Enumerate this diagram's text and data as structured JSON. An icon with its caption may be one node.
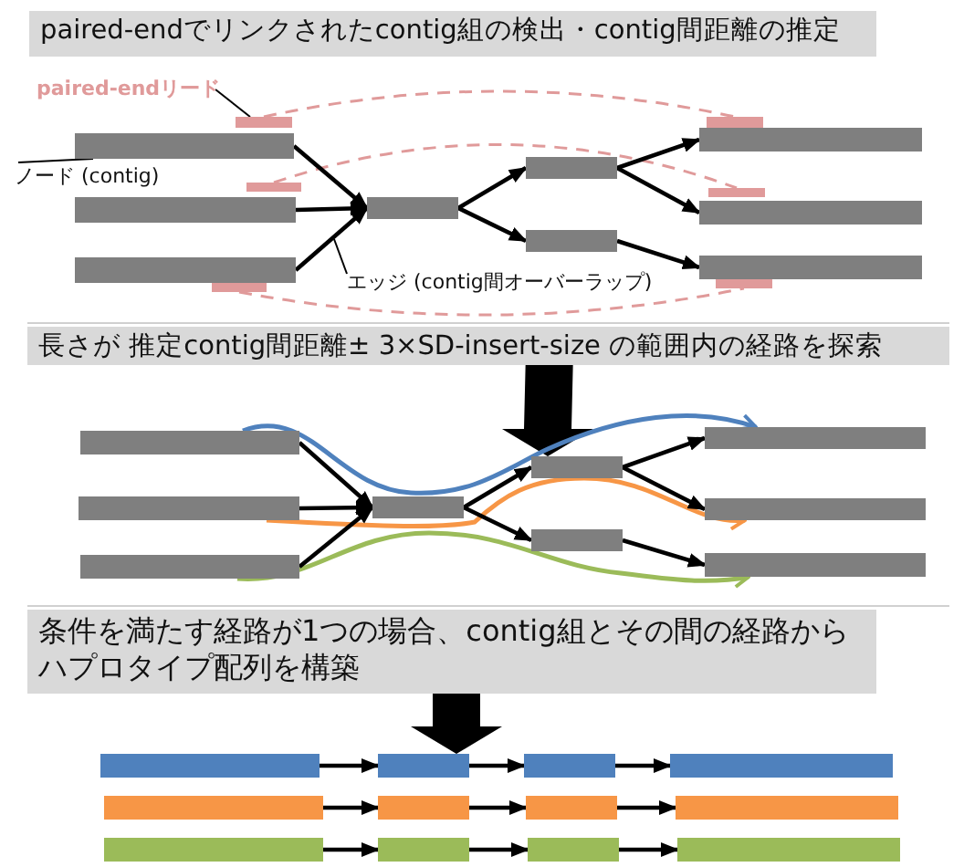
{
  "diagram": {
    "nodes": [
      {
        "text": [
          "paired-endでリンクされたcontig組の検出・contig間距離の推定"
        ]
      },
      {
        "text": [
          "paired-endリード"
        ]
      },
      {
        "text": [
          "ノード (contig)"
        ]
      },
      {
        "text": [
          "エッジ (contig間オーバーラップ)"
        ]
      },
      {
        "text": [],
        "shape": "bar"
      },
      {
        "text": [],
        "shape": "bar"
      },
      {
        "text": [],
        "shape": "bar"
      },
      {
        "text": [],
        "shape": "bar"
      },
      {
        "text": [],
        "shape": "bar"
      },
      {
        "text": [],
        "shape": "bar"
      },
      {
        "text": [],
        "shape": "bar"
      },
      {
        "text": [],
        "shape": "bar"
      },
      {
        "text": [],
        "shape": "bar"
      },
      {
        "text": [],
        "shape": "bar"
      },
      {
        "text": [],
        "shape": "bar"
      },
      {
        "text": [],
        "shape": "bar"
      },
      {
        "text": [],
        "shape": "bar"
      },
      {
        "text": [],
        "shape": "bar"
      },
      {
        "text": [],
        "shape": "bar"
      },
      {
        "text": [
          "長さが 推定contig間距離± 3×SD-insert-size の範囲内の経路を探索"
        ]
      },
      {
        "text": [],
        "shape": "bar"
      },
      {
        "text": [],
        "shape": "bar"
      },
      {
        "text": [],
        "shape": "bar"
      },
      {
        "text": [],
        "shape": "bar"
      },
      {
        "text": [],
        "shape": "bar"
      },
      {
        "text": [],
        "shape": "bar"
      },
      {
        "text": [],
        "shape": "bar"
      },
      {
        "text": [],
        "shape": "bar"
      },
      {
        "text": [],
        "shape": "bar"
      },
      {
        "text": [
          "条件を満たす経路が1つの場合、contig組とその間の経路からハプロタイプ配列を構築"
        ]
      },
      {
        "text": [],
        "shape": "bar"
      },
      {
        "text": [],
        "shape": "bar"
      },
      {
        "text": [],
        "shape": "bar"
      },
      {
        "text": [],
        "shape": "bar"
      },
      {
        "text": [],
        "shape": "bar"
      },
      {
        "text": [],
        "shape": "bar"
      },
      {
        "text": [],
        "shape": "bar"
      },
      {
        "text": [],
        "shape": "bar"
      },
      {
        "text": [],
        "shape": "bar"
      },
      {
        "text": [],
        "shape": "bar"
      },
      {
        "text": [],
        "shape": "bar"
      },
      {
        "text": [],
        "shape": "bar"
      }
    ],
    "edges": [
      {
        "from": 1,
        "to": 13,
        "arrow": "none"
      },
      {
        "from": 2,
        "to": 4,
        "arrow": "none"
      },
      {
        "from": 3,
        "to": null,
        "arrow": "none"
      },
      {
        "from": 13,
        "to": 16,
        "arrow": "none",
        "style": "dashed",
        "color": "#e09a9a"
      },
      {
        "from": 14,
        "to": 17,
        "arrow": "none",
        "style": "dashed",
        "color": "#e09a9a"
      },
      {
        "from": 15,
        "to": 18,
        "arrow": "none",
        "style": "dashed",
        "color": "#e09a9a"
      },
      {
        "from": 4,
        "to": 7,
        "arrow": "to"
      },
      {
        "from": 5,
        "to": 7,
        "arrow": "to"
      },
      {
        "from": 6,
        "to": 7,
        "arrow": "to"
      },
      {
        "from": 7,
        "to": 8,
        "arrow": "to"
      },
      {
        "from": 7,
        "to": 9,
        "arrow": "to"
      },
      {
        "from": 8,
        "to": 10,
        "arrow": "to"
      },
      {
        "from": 8,
        "to": 11,
        "arrow": "to"
      },
      {
        "from": 9,
        "to": 12,
        "arrow": "to"
      },
      {
        "from": 19,
        "to": 24,
        "arrow": "to",
        "style": "thick"
      },
      {
        "from": 20,
        "to": 26,
        "arrow": "to",
        "color": "#4f81bd"
      },
      {
        "from": 21,
        "to": 27,
        "arrow": "to",
        "color": "#f79646"
      },
      {
        "from": 22,
        "to": 28,
        "arrow": "to",
        "color": "#9bbb59"
      },
      {
        "from": 29,
        "to": 31,
        "arrow": "to",
        "style": "thick"
      },
      {
        "from": 20,
        "to": 23,
        "arrow": "to"
      },
      {
        "from": 21,
        "to": 23,
        "arrow": "to"
      },
      {
        "from": 22,
        "to": 23,
        "arrow": "to"
      },
      {
        "from": 23,
        "to": 24,
        "arrow": "to"
      },
      {
        "from": 23,
        "to": 25,
        "arrow": "to"
      },
      {
        "from": 24,
        "to": 26,
        "arrow": "to"
      },
      {
        "from": 24,
        "to": 27,
        "arrow": "to"
      },
      {
        "from": 25,
        "to": 28,
        "arrow": "to"
      },
      {
        "from": 30,
        "to": 31,
        "arrow": "to"
      },
      {
        "from": 31,
        "to": 32,
        "arrow": "to"
      },
      {
        "from": 32,
        "to": 33,
        "arrow": "to"
      },
      {
        "from": 34,
        "to": 35,
        "arrow": "to"
      },
      {
        "from": 35,
        "to": 36,
        "arrow": "to"
      },
      {
        "from": 36,
        "to": 37,
        "arrow": "to"
      },
      {
        "from": 38,
        "to": 39,
        "arrow": "to"
      },
      {
        "from": 39,
        "to": 40,
        "arrow": "to"
      },
      {
        "from": 40,
        "to": 41,
        "arrow": "to"
      }
    ]
  }
}
